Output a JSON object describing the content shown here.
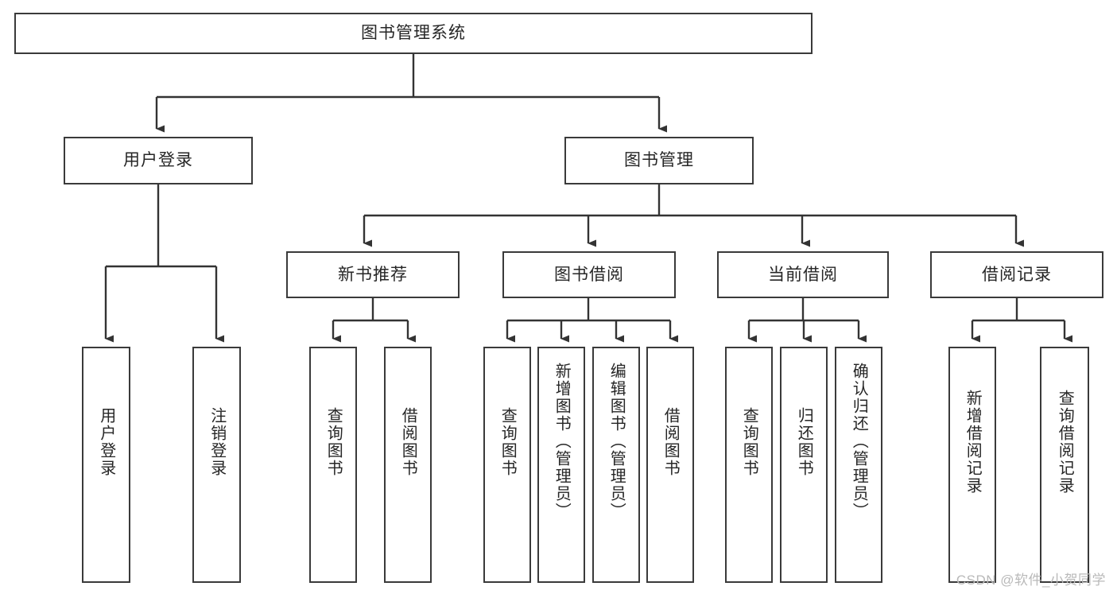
{
  "diagram": {
    "title": "图书管理系统",
    "type": "tree",
    "root": {
      "label": "图书管理系统",
      "children": [
        {
          "label": "用户登录",
          "children": [
            {
              "label": "用户登录"
            },
            {
              "label": "注销登录"
            }
          ]
        },
        {
          "label": "图书管理",
          "children": [
            {
              "label": "新书推荐",
              "children": [
                {
                  "label": "查询图书"
                },
                {
                  "label": "借阅图书"
                }
              ]
            },
            {
              "label": "图书借阅",
              "children": [
                {
                  "label": "查询图书"
                },
                {
                  "label": "新增图书（管理员）"
                },
                {
                  "label": "编辑图书（管理员）"
                },
                {
                  "label": "借阅图书"
                }
              ]
            },
            {
              "label": "当前借阅",
              "children": [
                {
                  "label": "查询图书"
                },
                {
                  "label": "归还图书"
                },
                {
                  "label": "确认归还（管理员）"
                }
              ]
            },
            {
              "label": "借阅记录",
              "children": [
                {
                  "label": "新增借阅记录"
                },
                {
                  "label": "查询借阅记录"
                }
              ]
            }
          ]
        }
      ]
    },
    "nodes": {
      "root": "图书管理系统",
      "l2_user_login": "用户登录",
      "l2_book_manage": "图书管理",
      "l3_new_book": "新书推荐",
      "l3_borrow": "图书借阅",
      "l3_current": "当前借阅",
      "l3_record": "借阅记录",
      "leaf_user_login": "用户登录",
      "leaf_logout": "注销登录",
      "leaf_nb_query": "查询图书",
      "leaf_nb_borrow": "借阅图书",
      "leaf_bb_query": "查询图书",
      "leaf_bb_add": "新增图书（管理员）",
      "leaf_bb_edit": "编辑图书（管理员）",
      "leaf_bb_borrow": "借阅图书",
      "leaf_cb_query": "查询图书",
      "leaf_cb_return": "归还图书",
      "leaf_cb_confirm": "确认归还（管理员）",
      "leaf_br_add": "新增借阅记录",
      "leaf_br_query": "查询借阅记录"
    },
    "colors": {
      "stroke": "#3a3a3a",
      "fill": "#ffffff",
      "text": "#262626",
      "watermark": "#b9b9b9"
    }
  },
  "watermark": {
    "text": "CSDN @软件_小贺同学"
  }
}
